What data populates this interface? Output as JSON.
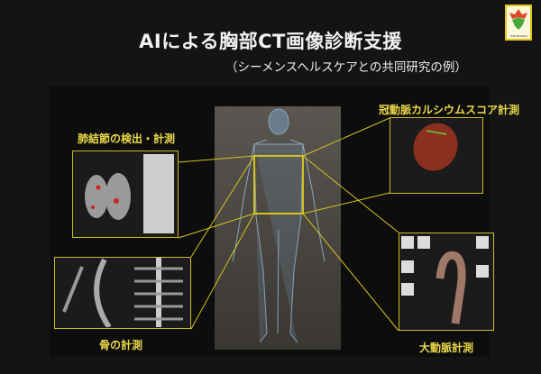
{
  "header": {
    "title": "AIによる胸部CT画像診断支援",
    "subtitle": "（シーメンスヘルスケアとの共同研究の例）",
    "logo_text": "TOKUSHUKAI"
  },
  "panels": {
    "lung": {
      "label": "肺結節の検出・計測"
    },
    "bone": {
      "label": "骨の計測"
    },
    "coronary": {
      "label": "冠動脈カルシウムスコア計測"
    },
    "aorta": {
      "label": "大動脈計測"
    }
  },
  "colors": {
    "accent": "#c9bb1c",
    "label": "#e8d84a",
    "background": "#141414"
  }
}
